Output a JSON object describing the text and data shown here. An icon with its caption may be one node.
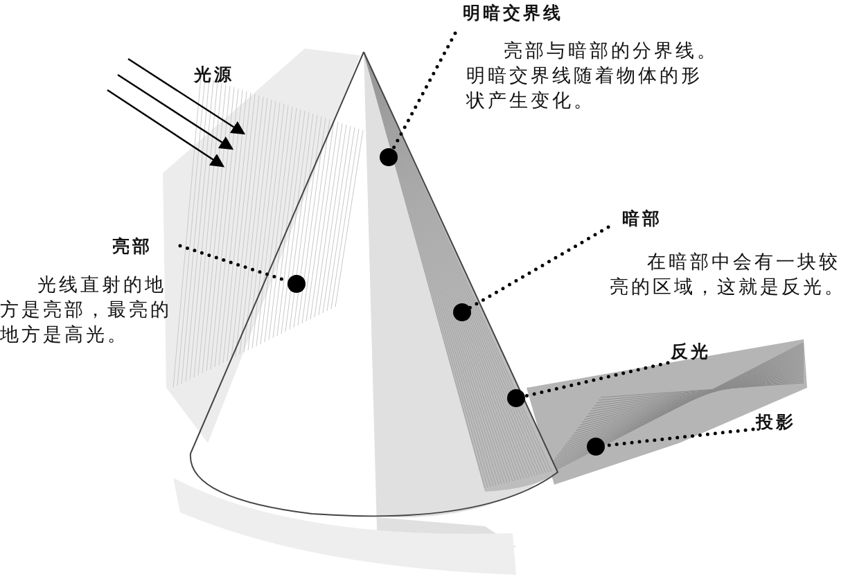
{
  "diagram": {
    "nodes": [
      {
        "text": [
          "明暗交界线",
          "亮部与暗部的分界线。明暗交界线随着物体的形状产生变化。"
        ]
      },
      {
        "text": [],
        "shape": "circle"
      },
      {
        "text": [
          "暗部",
          "在暗部中会有一块较亮的区域，这就是反光。"
        ]
      },
      {
        "text": [],
        "shape": "circle"
      },
      {
        "text": [
          "亮部",
          "光线直射的地方是亮部，最亮的地方是高光。"
        ]
      },
      {
        "text": [],
        "shape": "circle"
      },
      {
        "text": [
          "反光"
        ]
      },
      {
        "text": [],
        "shape": "circle"
      },
      {
        "text": [
          "投影"
        ]
      },
      {
        "text": [],
        "shape": "circle"
      }
    ],
    "edges": [
      {
        "from": 0,
        "to": 1,
        "arrow": "none"
      },
      {
        "from": 2,
        "to": 3,
        "arrow": "none"
      },
      {
        "from": 4,
        "to": 5,
        "arrow": "none"
      },
      {
        "from": 6,
        "to": 7,
        "arrow": "none"
      },
      {
        "from": 8,
        "to": 9,
        "arrow": "none"
      }
    ],
    "labels": [
      "光源"
    ]
  }
}
